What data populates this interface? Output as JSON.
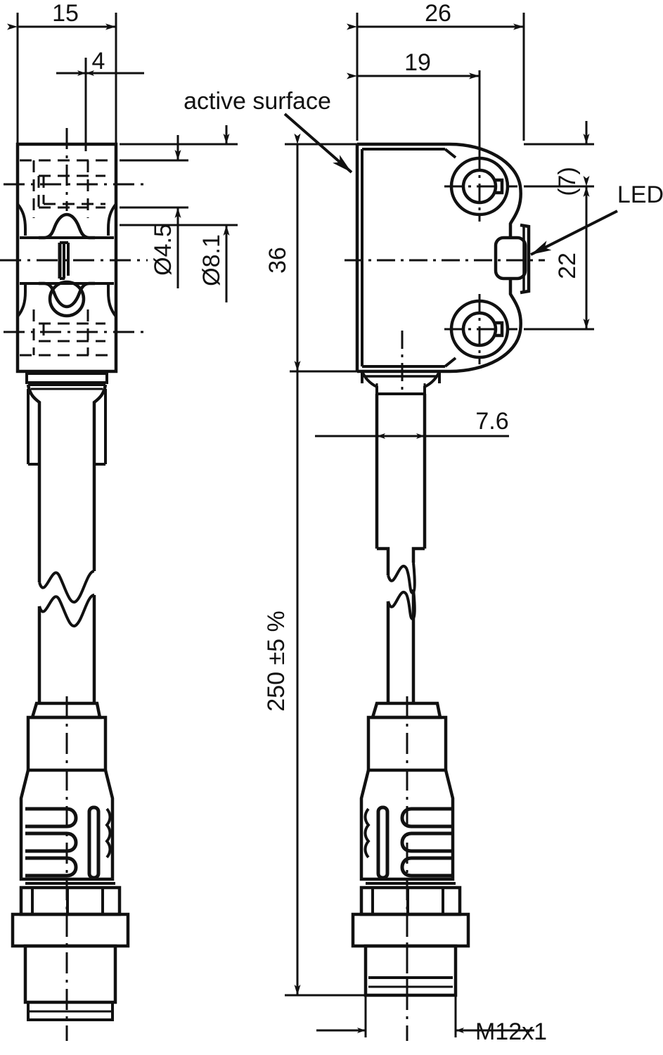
{
  "drawing": {
    "title": "Photoelectric sensor with M12 connector cable - dimensioned technical drawing",
    "units": "mm",
    "line_color": "#111111",
    "background": "#ffffff",
    "views": [
      {
        "name": "front-view",
        "label": ""
      },
      {
        "name": "side-view",
        "label": ""
      }
    ]
  },
  "annotations": {
    "active_surface": "active surface",
    "led": "LED"
  },
  "dimensions": {
    "front_width_overall": "15",
    "front_width_inner": "4",
    "hole_small_diameter": "Ø4.5",
    "hole_large_diameter": "Ø8.1",
    "body_height": "36",
    "side_width_overall": "26",
    "side_width_inner": "19",
    "top_offset": "(7)",
    "hole_spacing": "22",
    "cable_gland_width": "7.6",
    "cable_length": "250 ±5 %",
    "thread": "M12x1"
  },
  "chart_data": {
    "type": "table",
    "title": "Dimension callouts (mm)",
    "categories": [
      "15",
      "4",
      "Ø4.5",
      "Ø8.1",
      "36",
      "26",
      "19",
      "(7)",
      "22",
      "7.6",
      "250 ±5 %",
      "M12x1"
    ],
    "values": [
      15,
      4,
      4.5,
      8.1,
      36,
      26,
      19,
      7,
      22,
      7.6,
      250,
      12
    ]
  }
}
